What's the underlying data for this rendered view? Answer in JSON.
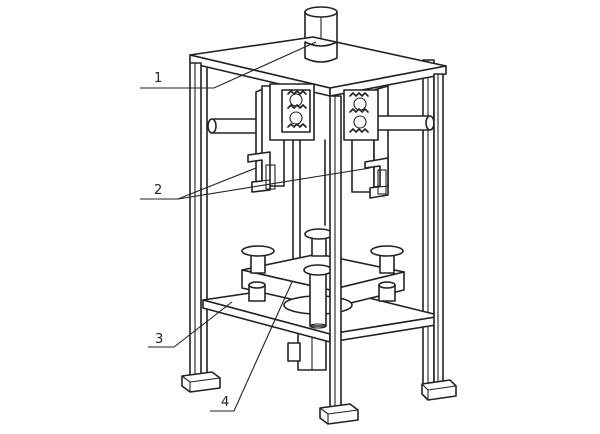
{
  "callouts": [
    {
      "label": "1",
      "part": "top-cylinder"
    },
    {
      "label": "2",
      "part": "clamp-brackets"
    },
    {
      "label": "3",
      "part": "middle-platform"
    },
    {
      "label": "4",
      "part": "rotary-table"
    }
  ],
  "colors": {
    "line": "#222222",
    "background": "#ffffff"
  }
}
